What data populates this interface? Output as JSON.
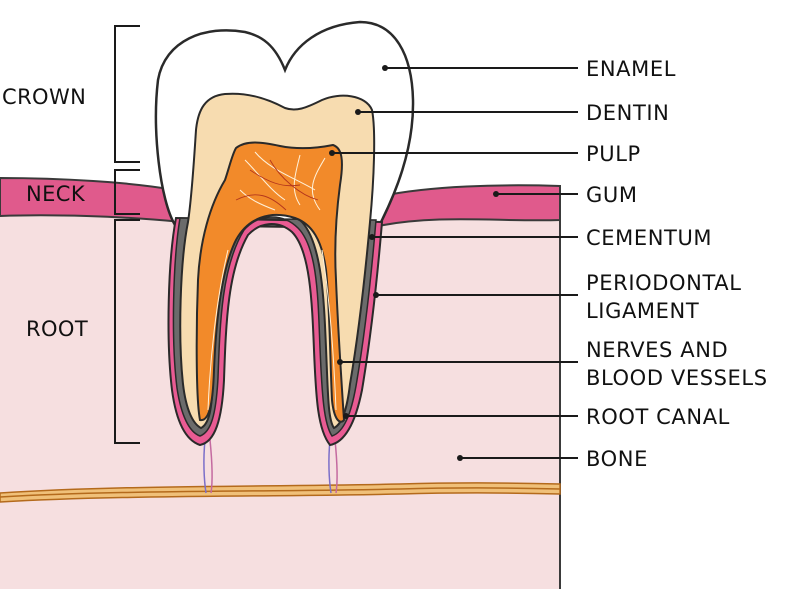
{
  "diagram": {
    "side_labels": {
      "crown": "CROWN",
      "neck": "NECK",
      "root": "ROOT"
    },
    "parts": {
      "enamel": "ENAMEL",
      "dentin": "DENTIN",
      "pulp": "PULP",
      "gum": "GUM",
      "cementum": "CEMENTUM",
      "periodontal_line1": "PERIODONTAL",
      "periodontal_line2": "LIGAMENT",
      "nerves_line1": "NERVES AND",
      "nerves_line2": "BLOOD VESSELS",
      "root_canal": "ROOT CANAL",
      "bone": "BONE"
    },
    "colors": {
      "enamel": "#ffffff",
      "dentin": "#f7dcb0",
      "pulp": "#f28a2a",
      "gum": "#e05a8c",
      "bone": "#f6dfe0",
      "ligament": "#6b6b6b",
      "nerve_band": "#d98a2c"
    }
  }
}
